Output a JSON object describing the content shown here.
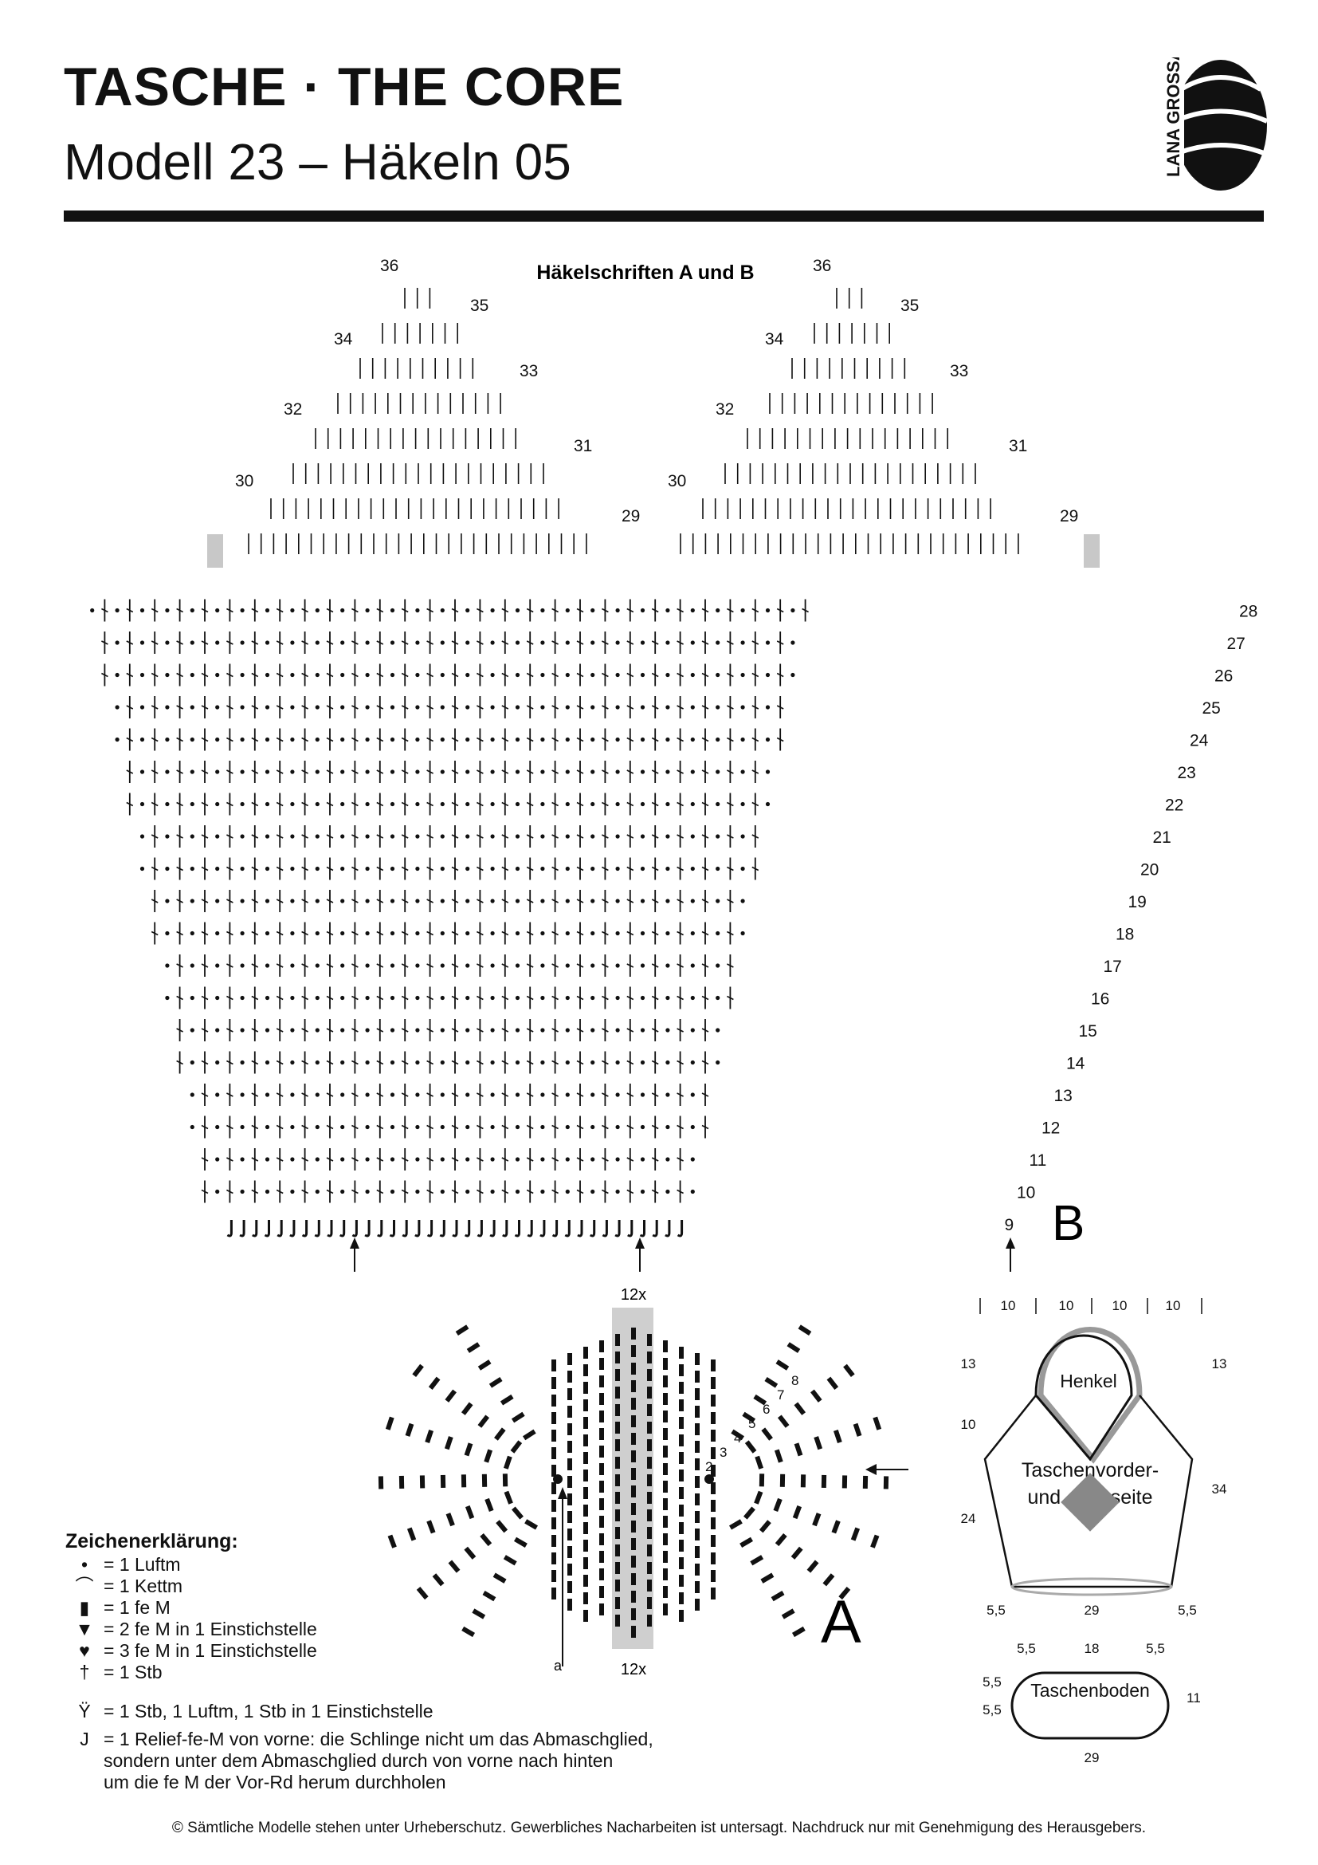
{
  "header": {
    "title": "TASCHE · THE CORE",
    "subtitle": "Modell 23 – Häkeln 05",
    "logo_text": "LANA GROSSA"
  },
  "chart_b": {
    "heading": "Häkelschriften A und B",
    "letter": "B",
    "left_peak_labels": [
      "30",
      "32",
      "34",
      "36"
    ],
    "left_peak_right_labels": [
      "35",
      "33",
      "31",
      "29"
    ],
    "right_peak_labels": [
      "30",
      "32",
      "34",
      "36"
    ],
    "right_peak_right_labels": [
      "35",
      "33",
      "31",
      "29"
    ],
    "row_labels": [
      "28",
      "27",
      "26",
      "25",
      "24",
      "23",
      "22",
      "21",
      "20",
      "19",
      "18",
      "17",
      "16",
      "15",
      "14",
      "13",
      "12",
      "11",
      "10",
      "9"
    ]
  },
  "chart_a": {
    "letter": "A",
    "repeat_top": "12x",
    "repeat_bottom": "12x",
    "start_label": "a",
    "round_labels": [
      "2",
      "3",
      "4",
      "5",
      "6",
      "7",
      "8"
    ]
  },
  "schematic": {
    "top_measures": [
      "10",
      "10",
      "10",
      "10"
    ],
    "left_measures": [
      "13",
      "10",
      "24"
    ],
    "right_measures": [
      "13",
      "34"
    ],
    "handle_label": "Henkel",
    "body_label_1": "Taschenvorder-",
    "body_label_2": "und -rückseite",
    "bottom_measures": [
      "5,5",
      "29",
      "5,5"
    ],
    "base_top_measures": [
      "5,5",
      "18",
      "5,5"
    ],
    "base_left_measures": [
      "5,5",
      "5,5"
    ],
    "base_right_measure": "11",
    "base_label": "Taschenboden",
    "base_bottom_measure": "29"
  },
  "legend": {
    "heading": "Zeichenerklärung:",
    "items": [
      {
        "icon": "chain-dot-icon",
        "text": "= 1 Luftm"
      },
      {
        "icon": "slip-stitch-arc-icon",
        "text": "= 1 Kettm"
      },
      {
        "icon": "single-crochet-bar-icon",
        "text": "= 1 fe M"
      },
      {
        "icon": "two-sc-same-stitch-icon",
        "text": "= 2 fe M in 1 Einstichstelle"
      },
      {
        "icon": "three-sc-same-stitch-icon",
        "text": "= 3 fe M in 1 Einstichstelle"
      },
      {
        "icon": "double-crochet-icon",
        "text": "= 1 Stb"
      },
      {
        "icon": "v-stitch-icon",
        "text": "= 1 Stb, 1 Luftm, 1 Stb in 1 Einstichstelle"
      },
      {
        "icon": "front-post-sc-icon",
        "text": "= 1 Relief-fe-M von vorne: die Schlinge nicht um das Abmaschglied,"
      },
      {
        "icon": "",
        "text": "sondern unter dem Abmaschglied durch von vorne nach hinten"
      },
      {
        "icon": "",
        "text": "um die fe M der Vor-Rd herum durchholen"
      }
    ]
  },
  "footer": {
    "copyright": "© Sämtliche Modelle stehen unter Urheberschutz. Gewerbliches Nacharbeiten ist untersagt. Nachdruck nur mit Genehmigung des Herausgebers."
  }
}
